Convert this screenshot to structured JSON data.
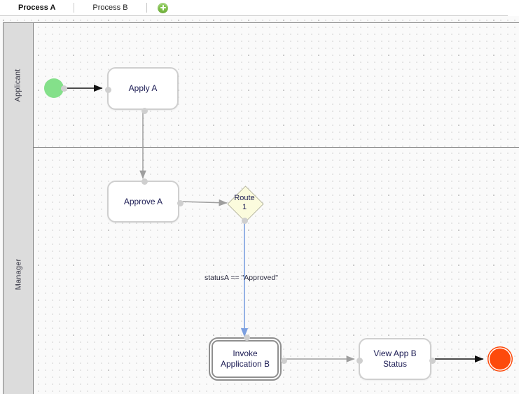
{
  "tabs": {
    "items": [
      {
        "label": "Process A",
        "active": true
      },
      {
        "label": "Process B",
        "active": false
      }
    ],
    "add_tab_icon": "plus-icon",
    "add_tab_title": "Add process"
  },
  "diagram": {
    "type": "bpmn-process-flow",
    "lanes": [
      {
        "id": "applicant",
        "label": "Applicant"
      },
      {
        "id": "manager",
        "label": "Manager"
      }
    ],
    "nodes": [
      {
        "id": "start",
        "kind": "start-event",
        "label": "",
        "lane": "applicant"
      },
      {
        "id": "applyA",
        "kind": "task",
        "label": "Apply A",
        "lane": "applicant"
      },
      {
        "id": "approveA",
        "kind": "task",
        "label": "Approve A",
        "lane": "manager"
      },
      {
        "id": "route1",
        "kind": "gateway",
        "label_line1": "Route",
        "label_line2": "1",
        "lane": "manager"
      },
      {
        "id": "invokeB",
        "kind": "call-activity",
        "label_line1": "Invoke",
        "label_line2": "Application B",
        "lane": "manager"
      },
      {
        "id": "viewB",
        "kind": "task",
        "label_line1": "View App B",
        "label_line2": "Status",
        "lane": "manager"
      },
      {
        "id": "end",
        "kind": "end-event",
        "label": "",
        "lane": "manager"
      }
    ],
    "flows": [
      {
        "id": "f1",
        "from": "start",
        "to": "applyA",
        "label": "",
        "style": "dark"
      },
      {
        "id": "f2",
        "from": "applyA",
        "to": "approveA",
        "label": "",
        "style": "gray"
      },
      {
        "id": "f3",
        "from": "approveA",
        "to": "route1",
        "label": "",
        "style": "gray"
      },
      {
        "id": "f4",
        "from": "route1",
        "to": "invokeB",
        "label": "statusA == \"Approved\"",
        "style": "blue"
      },
      {
        "id": "f5",
        "from": "invokeB",
        "to": "viewB",
        "label": "",
        "style": "gray"
      },
      {
        "id": "f6",
        "from": "viewB",
        "to": "end",
        "label": "",
        "style": "dark"
      }
    ],
    "condition_label": "statusA == \"Approved\""
  },
  "colors": {
    "start_event": "#84e08a",
    "end_event": "#fd4a0c",
    "gateway_fill": "#fbfbdd",
    "gateway_stroke": "#b9b9a6",
    "task_stroke": "#cfcfcf",
    "lane_header": "#dcdcdc",
    "lane_border": "#808080",
    "canvas": "#fafafa",
    "flow_gray": "#9e9e9e",
    "flow_dark": "#111111",
    "flow_blue": "#7b9fe0",
    "add_button": "#7cc144",
    "node_text": "#1c1c54"
  }
}
